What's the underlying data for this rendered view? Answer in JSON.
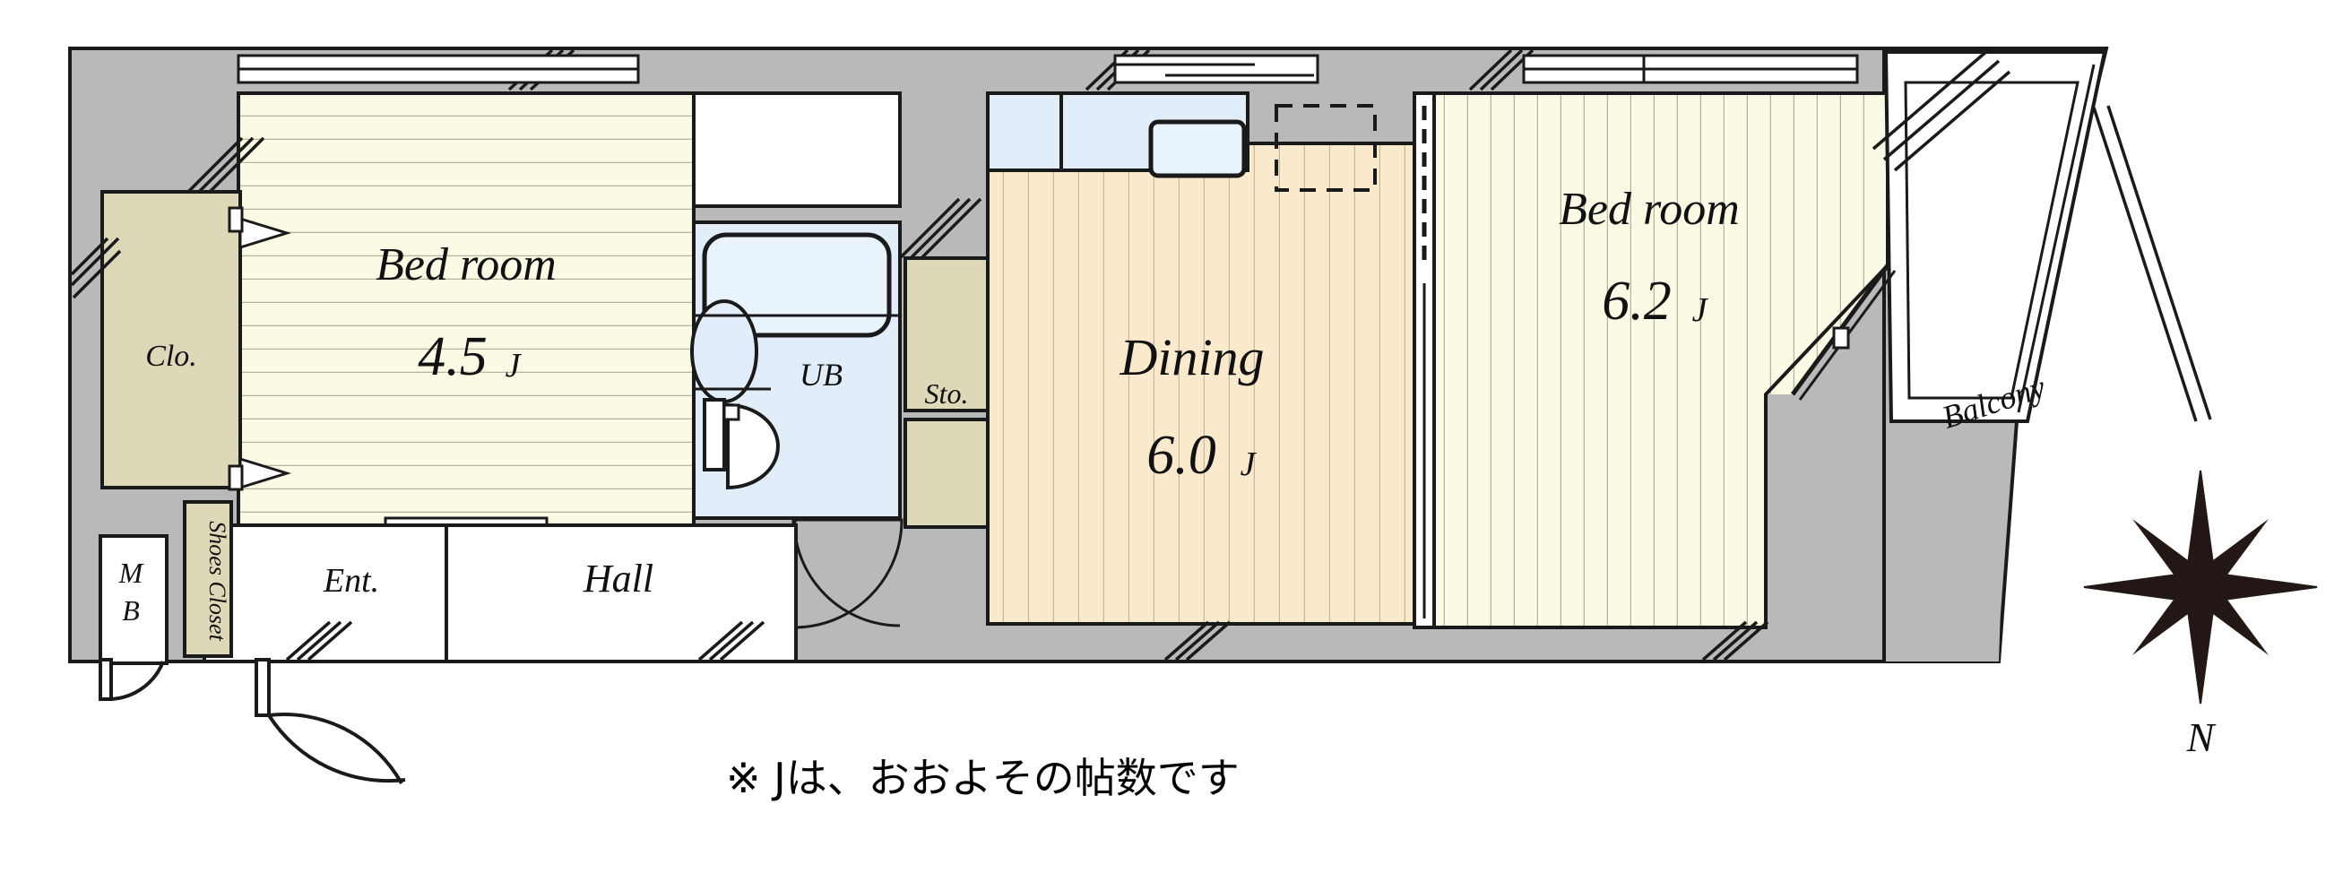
{
  "document": {
    "type": "floor-plan",
    "note": "※ Jは、おおよその帖数です"
  },
  "compass": {
    "icon": "compass-rose-icon",
    "north_label": "N"
  },
  "rooms": [
    {
      "key": "closet_left",
      "label": "Clo.",
      "area": "",
      "unit": ""
    },
    {
      "key": "bedroom_left",
      "label": "Bed room",
      "area": "4.5",
      "unit": "J"
    },
    {
      "key": "unit_bath",
      "label": "UB",
      "area": "",
      "unit": ""
    },
    {
      "key": "storage",
      "label": "Sto.",
      "area": "",
      "unit": ""
    },
    {
      "key": "dining",
      "label": "Dining",
      "area": "6.0",
      "unit": "J"
    },
    {
      "key": "bedroom_right",
      "label": "Bed room",
      "area": "6.2",
      "unit": "J"
    },
    {
      "key": "balcony",
      "label": "Balcony",
      "area": "",
      "unit": ""
    },
    {
      "key": "entrance",
      "label": "Ent.",
      "area": "",
      "unit": ""
    },
    {
      "key": "hall",
      "label": "Hall",
      "area": "",
      "unit": ""
    },
    {
      "key": "shoes_closet",
      "label": "Shoes Closet",
      "area": "",
      "unit": ""
    },
    {
      "key": "meter_box",
      "label_line1": "M",
      "label_line2": "B"
    }
  ],
  "colors": {
    "wall_fill": "#b9b9b9",
    "tatami_fill": "#fbfae4",
    "tatami_line": "#b8b5a0",
    "wood_fill": "#fbe9ce",
    "wood_line": "#c8b89c",
    "closet_fill": "#ddd8b8",
    "water_fill": "#e1eefa",
    "outline": "#1a1a1a",
    "white": "#ffffff"
  }
}
